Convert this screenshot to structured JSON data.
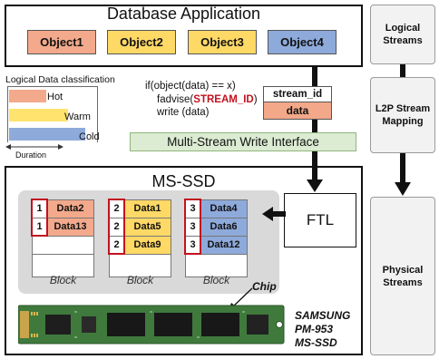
{
  "db_app": {
    "title": "Database Application",
    "objects": [
      {
        "label": "Object1",
        "color": "#f3a98b"
      },
      {
        "label": "Object2",
        "color": "#ffd966"
      },
      {
        "label": "Object3",
        "color": "#ffd966"
      },
      {
        "label": "Object4",
        "color": "#8eaadb"
      }
    ]
  },
  "classification": {
    "title": "Logical Data classification",
    "items": [
      {
        "label": "Hot",
        "color": "#f3a98b",
        "duration": 0.38
      },
      {
        "label": "Warm",
        "color": "#ffe36e",
        "duration": 0.6
      },
      {
        "label": "Cold",
        "color": "#8eaadb",
        "duration": 0.78
      }
    ],
    "axis_label": "Duration"
  },
  "code": {
    "line1": "if(object(data) == x)",
    "line2_prefix": "fadvise(",
    "line2_highlight": "STREAM_ID",
    "line2_suffix": ")",
    "line3": "write (data)"
  },
  "stream_box": {
    "top": "stream_id",
    "bottom": "data"
  },
  "interface_label": "Multi-Stream Write Interface",
  "ssd": {
    "title": "MS-SSD",
    "blocks": [
      {
        "caption": "Block",
        "color": "#f3a98b",
        "rows": [
          {
            "num": "1",
            "data": "Data2"
          },
          {
            "num": "1",
            "data": "Data13"
          }
        ]
      },
      {
        "caption": "Block",
        "color": "#ffd966",
        "rows": [
          {
            "num": "2",
            "data": "Data1"
          },
          {
            "num": "2",
            "data": "Data5"
          },
          {
            "num": "2",
            "data": "Data9"
          }
        ]
      },
      {
        "caption": "Block",
        "color": "#8eaadb",
        "rows": [
          {
            "num": "3",
            "data": "Data4"
          },
          {
            "num": "3",
            "data": "Data6"
          },
          {
            "num": "3",
            "data": "Data12"
          }
        ]
      }
    ],
    "ftl": "FTL",
    "chip_label": "Chip",
    "brand": [
      "SAMSUNG",
      "PM-953",
      "MS-SSD"
    ]
  },
  "side": {
    "logical": "Logical Streams",
    "l2p": "L2P Stream Mapping",
    "physical": "Physical Streams"
  },
  "colors": {
    "highlight": "#c1121f",
    "interface_bg": "#dcecd3",
    "block_area": "#d9d9d9"
  }
}
